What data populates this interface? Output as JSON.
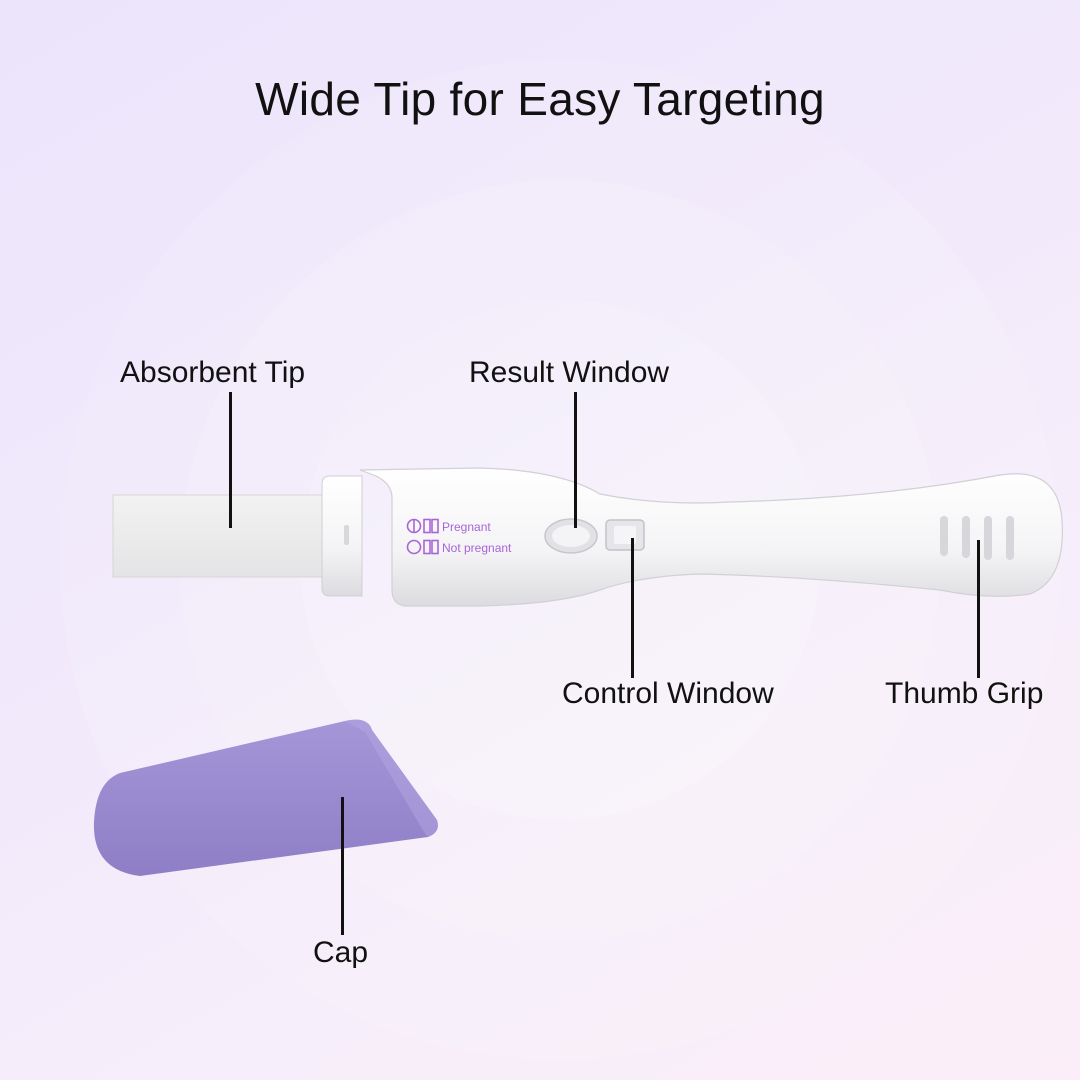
{
  "title": "Wide Tip for Easy Targeting",
  "labels": {
    "absorbent_tip": "Absorbent Tip",
    "result_window": "Result Window",
    "control_window": "Control Window",
    "thumb_grip": "Thumb Grip",
    "cap": "Cap"
  },
  "legend": {
    "pregnant": "Pregnant",
    "not_pregnant": "Not pregnant"
  },
  "colors": {
    "background_start": "#ece4fb",
    "background_end": "#fbeef8",
    "device_body": "#f7f7f8",
    "cap": "#9b8cd0",
    "legend_text": "#a865d8"
  }
}
